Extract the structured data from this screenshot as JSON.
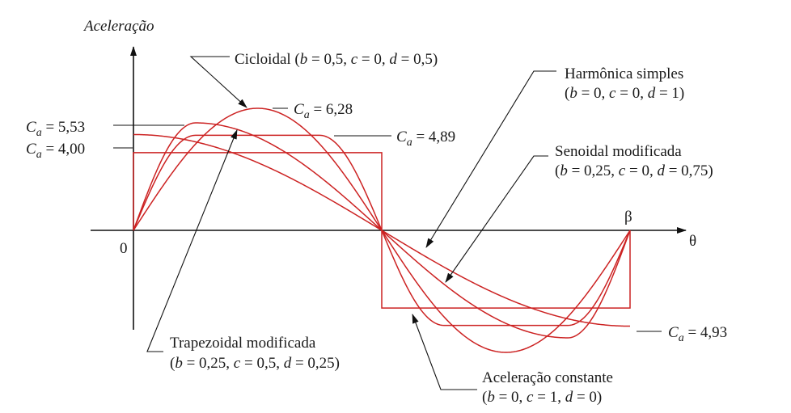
{
  "chart_data": {
    "type": "line",
    "title": "",
    "ylabel": "Aceleração",
    "xlabel": "θ",
    "origin_label": "0",
    "beta_label": "β",
    "x_range": [
      0,
      1
    ],
    "y_range": [
      -6.28,
      6.28
    ],
    "curve_color": "#cc2222",
    "series": [
      {
        "id": "cycloidal",
        "kind": "cycloidal",
        "peak": 6.28,
        "b": 0.5,
        "c": 0,
        "d": 0.5
      },
      {
        "id": "harmonic",
        "kind": "harmonic",
        "peak": 4.93,
        "b": 0,
        "c": 0,
        "d": 1
      },
      {
        "id": "modsine",
        "kind": "modsine",
        "peak": 5.53,
        "b": 0.25,
        "c": 0,
        "d": 0.75
      },
      {
        "id": "modtrap",
        "kind": "modtrap",
        "peak": 4.89,
        "b": 0.25,
        "c": 0.5,
        "d": 0.25
      },
      {
        "id": "constant",
        "kind": "constant",
        "peak": 4.0,
        "b": 0,
        "c": 1,
        "d": 0
      }
    ],
    "annotations": {
      "cycloidal": {
        "name": "Cicloidal",
        "params": [
          [
            "b",
            "0,5"
          ],
          [
            "c",
            "0"
          ],
          [
            "d",
            "0,5"
          ]
        ]
      },
      "harmonic": {
        "name": "Harmônica simples",
        "params": [
          [
            "b",
            "0"
          ],
          [
            "c",
            "0"
          ],
          [
            "d",
            "1"
          ]
        ]
      },
      "modsine": {
        "name": "Senoidal modificada",
        "params": [
          [
            "b",
            "0,25"
          ],
          [
            "c",
            "0"
          ],
          [
            "d",
            "0,75"
          ]
        ]
      },
      "modtrap": {
        "name": "Trapezoidal modificada",
        "params": [
          [
            "b",
            "0,25"
          ],
          [
            "c",
            "0,5"
          ],
          [
            "d",
            "0,25"
          ]
        ]
      },
      "constant": {
        "name": "Aceleração constante",
        "params": [
          [
            "b",
            "0"
          ],
          [
            "c",
            "1"
          ],
          [
            "d",
            "0"
          ]
        ]
      }
    },
    "ca_labels": [
      {
        "id": "ca-628",
        "prefix": "C",
        "sub": "a",
        "value": "= 6,28"
      },
      {
        "id": "ca-553",
        "prefix": "C",
        "sub": "a",
        "value": "= 5,53"
      },
      {
        "id": "ca-489",
        "prefix": "C",
        "sub": "a",
        "value": "= 4,89"
      },
      {
        "id": "ca-400",
        "prefix": "C",
        "sub": "a",
        "value": "= 4,00"
      },
      {
        "id": "ca-493",
        "prefix": "C",
        "sub": "a",
        "value": "= 4,93"
      }
    ]
  }
}
